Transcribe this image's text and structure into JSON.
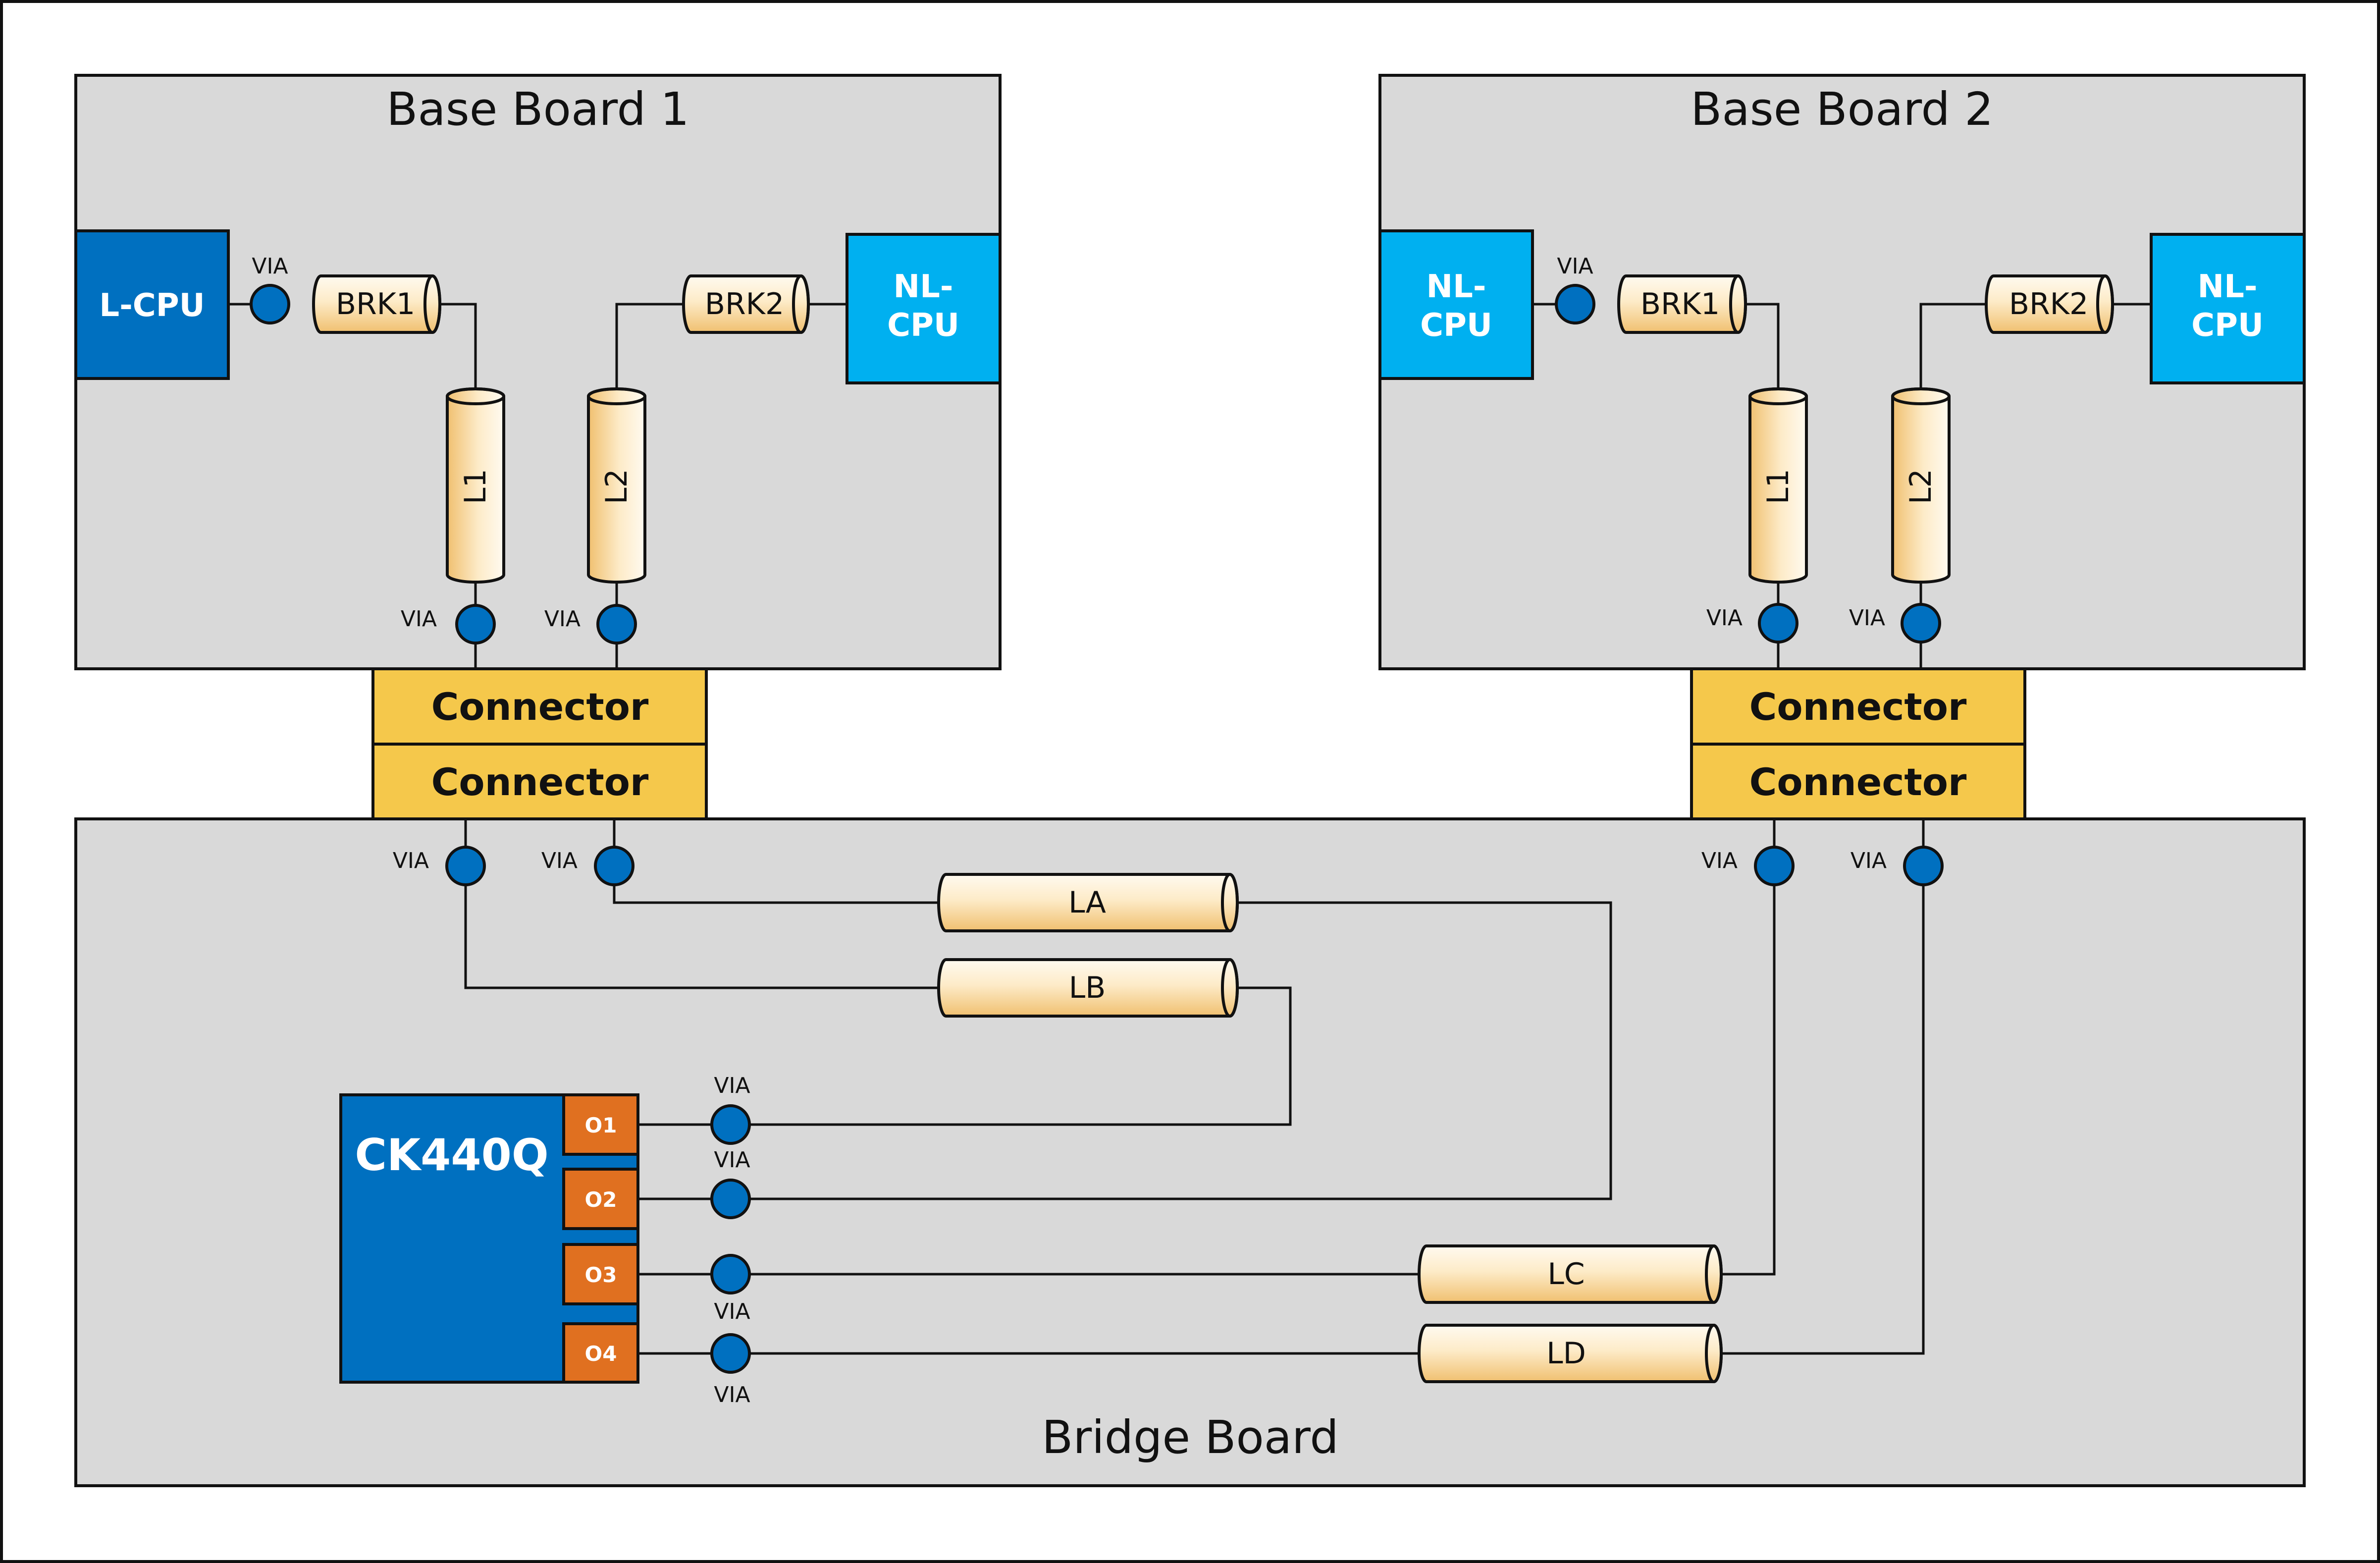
{
  "colors": {
    "board": "#d9d9d9",
    "l_cpu": "#0070c0",
    "nl_cpu": "#00b0f0",
    "ck": "#0070c0",
    "port": "#e07020",
    "connector": "#f5c84b",
    "via": "#0070c0",
    "tline_light": "#fffaf0",
    "tline_dark": "#f0c070"
  },
  "boards": {
    "bb1": "Base Board 1",
    "bb2": "Base Board 2",
    "bridge": "Bridge Board"
  },
  "cpus": {
    "bb1_left": [
      "L-CPU"
    ],
    "bb1_right": [
      "NL-",
      "CPU"
    ],
    "bb2_left": [
      "NL-",
      "CPU"
    ],
    "bb2_right": [
      "NL-",
      "CPU"
    ]
  },
  "connector_label": "Connector",
  "via_label": "VIA",
  "lines": {
    "brk1": "BRK1",
    "brk2": "BRK2",
    "l1": "L1",
    "l2": "L2",
    "la": "LA",
    "lb": "LB",
    "lc": "LC",
    "ld": "LD"
  },
  "clock_chip": {
    "name": "CK440Q",
    "outputs": [
      "O1",
      "O2",
      "O3",
      "O4"
    ]
  }
}
